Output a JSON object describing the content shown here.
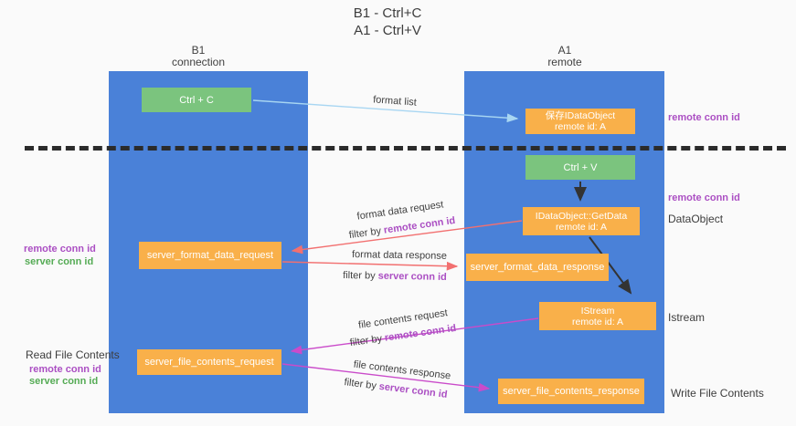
{
  "title": {
    "line1": "B1 - Ctrl+C",
    "line2": "A1 - Ctrl+V"
  },
  "lifelines": {
    "left": {
      "name": "B1",
      "role": "connection"
    },
    "right": {
      "name": "A1",
      "role": "remote"
    }
  },
  "boxes": {
    "ctrl_c": {
      "label": "Ctrl + C"
    },
    "ctrl_v": {
      "label": "Ctrl + V"
    },
    "save_dataobject": {
      "line1": "保存IDataObject",
      "line2": "remote id: A"
    },
    "getdata": {
      "line1": "IDataObject::GetData",
      "line2": "remote id: A"
    },
    "istream": {
      "line1": "IStream",
      "line2": "remote id: A"
    },
    "server_format_data_request": {
      "label": "server_format_data_request"
    },
    "server_format_data_response": {
      "label": "server_format_data_response"
    },
    "server_file_contents_request": {
      "label": "server_file_contents_request"
    },
    "server_file_contents_response": {
      "label": "server_file_contents_response"
    }
  },
  "arrow_labels": {
    "format_list": "format list",
    "format_data_request": "format data request",
    "format_data_response": "format data response",
    "file_contents_request": "file contents request",
    "file_contents_response": "file contents response",
    "filter_by": "filter by",
    "remote_conn_id": "remote conn id",
    "server_conn_id": "server conn id"
  },
  "side_labels": {
    "remote_conn_id": "remote conn id",
    "server_conn_id": "server conn id",
    "read_file_contents": "Read File Contents",
    "write_file_contents": "Write File Contents",
    "dataobject": "DataObject",
    "istream": "Istream"
  },
  "colors": {
    "lifeline_blue": "#4a81d8",
    "box_green": "#7bc47e",
    "box_orange": "#f9b04a",
    "purple": "#ab4fc3",
    "green_text": "#55ab55",
    "arrow_lightblue": "#a8d6f2",
    "arrow_salmon": "#f27070",
    "arrow_magenta": "#ca4bca",
    "arrow_black": "#333333"
  }
}
